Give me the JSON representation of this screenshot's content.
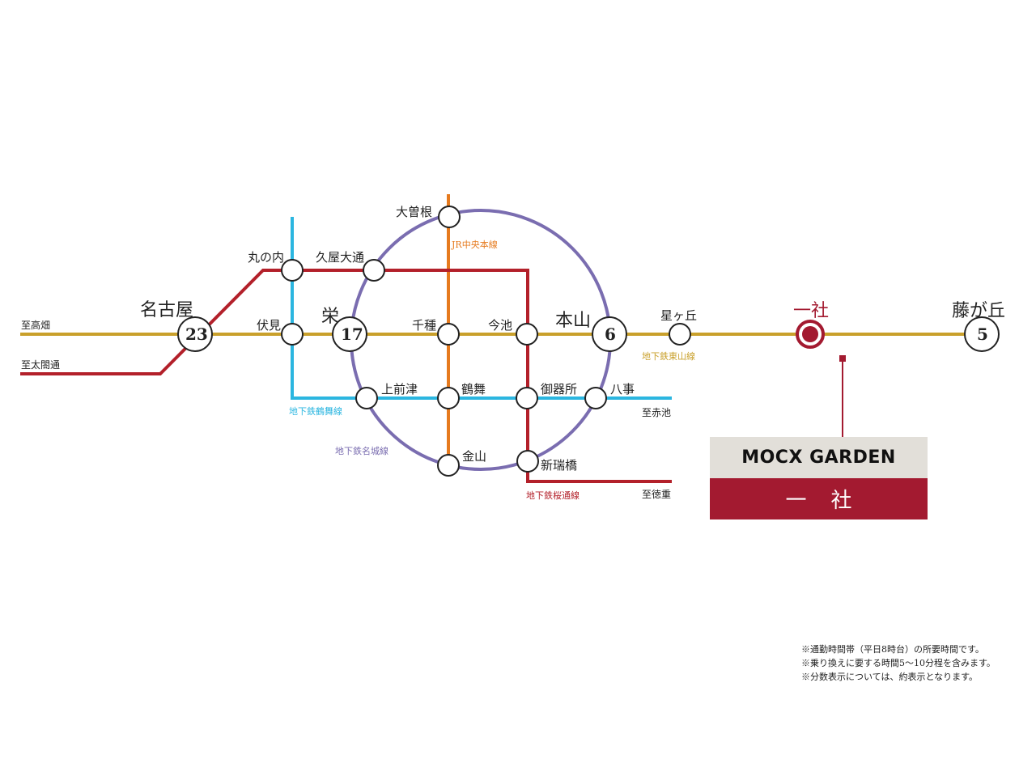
{
  "colors": {
    "higashiyama": "#c9a02b",
    "sakuradori": "#b3202a",
    "tsurumai": "#2bb6e0",
    "meijo": "#7a6db0",
    "jr": "#e67a1e",
    "target": "#a31a30"
  },
  "lines": {
    "higashiyama": "地下鉄東山線",
    "tsurumai": "地下鉄鶴舞線",
    "meijo": "地下鉄名城線",
    "sakuradori": "地下鉄桜通線",
    "jr": "JR中央本線"
  },
  "directions": {
    "takabata": "至高畑",
    "taikodori": "至太閤通",
    "akaike": "至赤池",
    "tokushige": "至徳重"
  },
  "stations": {
    "nagoya": {
      "name": "名古屋",
      "minutes": "23"
    },
    "sakae": {
      "name": "栄",
      "minutes": "17"
    },
    "motoyama": {
      "name": "本山",
      "minutes": "6"
    },
    "fujigaoka": {
      "name": "藤が丘",
      "minutes": "5"
    },
    "issha": "一社",
    "marunouchi": "丸の内",
    "hisaya": "久屋大通",
    "fushimi": "伏見",
    "ozone": "大曽根",
    "chikusa": "千種",
    "imaike": "今池",
    "hoshigaoka": "星ヶ丘",
    "kamimaezu": "上前津",
    "tsurumai": "鶴舞",
    "gokiso": "御器所",
    "yagoto": "八事",
    "kanayama": "金山",
    "aratamabashi": "新瑞橋"
  },
  "brand": {
    "logo": "MOCX GARDEN",
    "name": "一社"
  },
  "notes": [
    "※通勤時間帯（平日8時台）の所要時間です。",
    "※乗り換えに要する時間5～10分程を含みます。",
    "※分数表示については、約表示となります。"
  ]
}
